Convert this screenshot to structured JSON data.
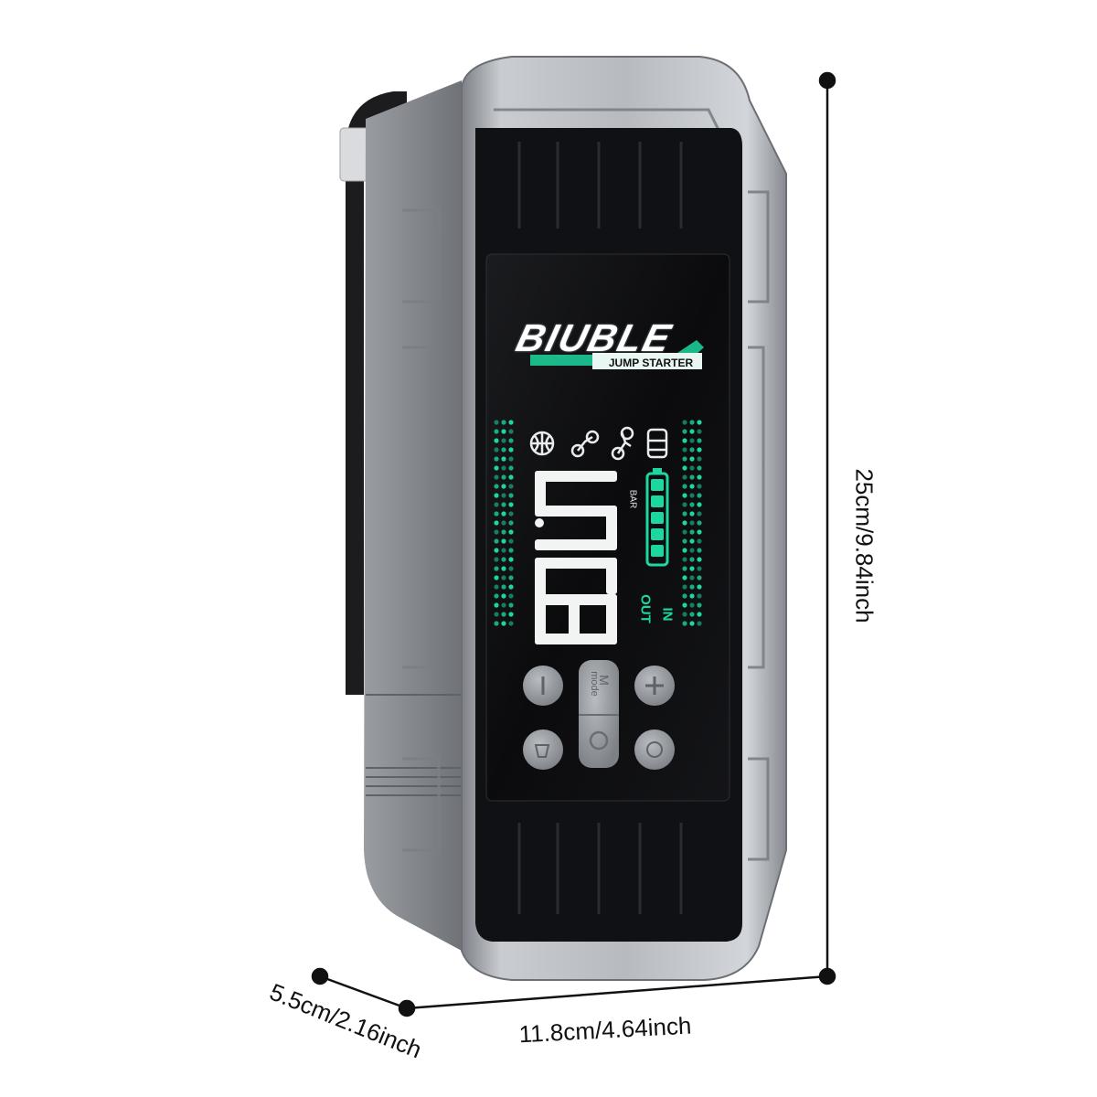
{
  "dimensions": {
    "height": "25cm/9.84inch",
    "width": "11.8cm/4.64inch",
    "depth": "5.5cm/2.16inch"
  },
  "screen": {
    "brand": "BIUBLE",
    "subbrand": "JUMP STARTER",
    "reading": "2.50",
    "unit": "BAR",
    "label_in": "IN",
    "label_out": "OUT",
    "mode_icons": [
      "ball-icon",
      "bicycle-icon",
      "motorcycle-icon",
      "car-icon"
    ],
    "battery_level_fraction": 1.0
  },
  "buttons": {
    "mode_letter": "M",
    "mode_label": "mode"
  },
  "colors": {
    "accent_green": "#1dd6a0",
    "body_silver": "#a9acb1",
    "panel_black": "#0d0d0f"
  }
}
